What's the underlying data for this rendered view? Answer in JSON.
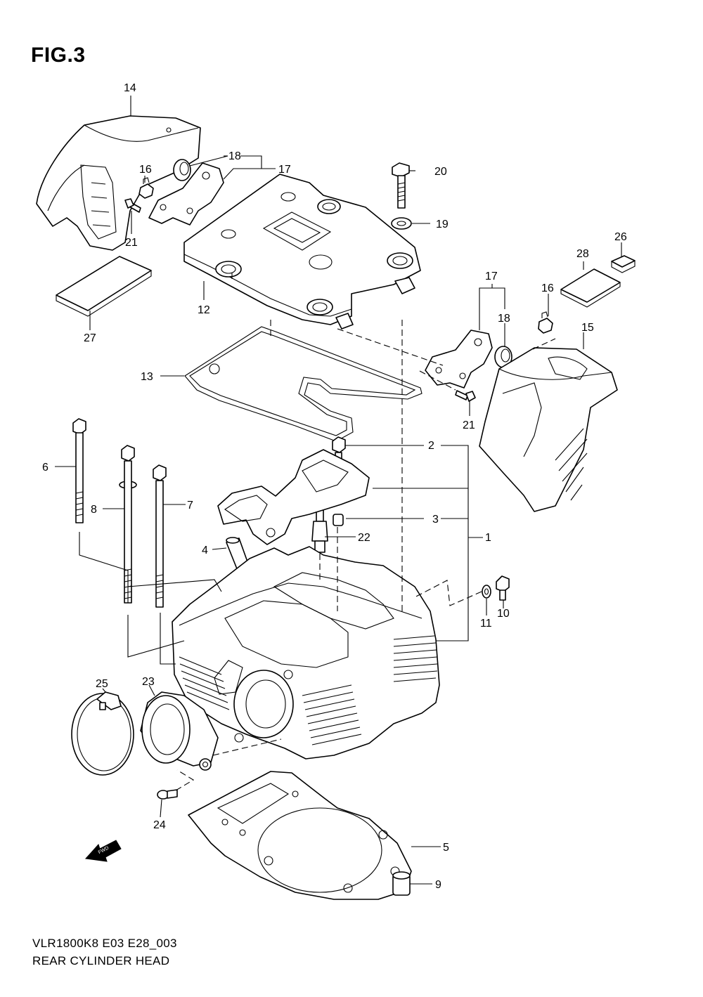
{
  "figure": {
    "title": "FIG.3",
    "model_code": "VLR1800K8 E03 E28_003",
    "assembly_name": "REAR CYLINDER HEAD",
    "fwd_label": "FWD"
  },
  "callouts": {
    "c1": "1",
    "c2": "2",
    "c3": "3",
    "c4": "4",
    "c5": "5",
    "c6": "6",
    "c7": "7",
    "c8": "8",
    "c9": "9",
    "c10": "10",
    "c11": "11",
    "c12": "12",
    "c13": "13",
    "c14": "14",
    "c15": "15",
    "c16a": "16",
    "c16b": "16",
    "c17a": "17",
    "c17b": "17",
    "c18a": "18",
    "c18b": "18",
    "c19": "19",
    "c20": "20",
    "c21a": "21",
    "c21b": "21",
    "c22": "22",
    "c23": "23",
    "c24": "24",
    "c25": "25",
    "c26": "26",
    "c27": "27",
    "c28": "28"
  }
}
